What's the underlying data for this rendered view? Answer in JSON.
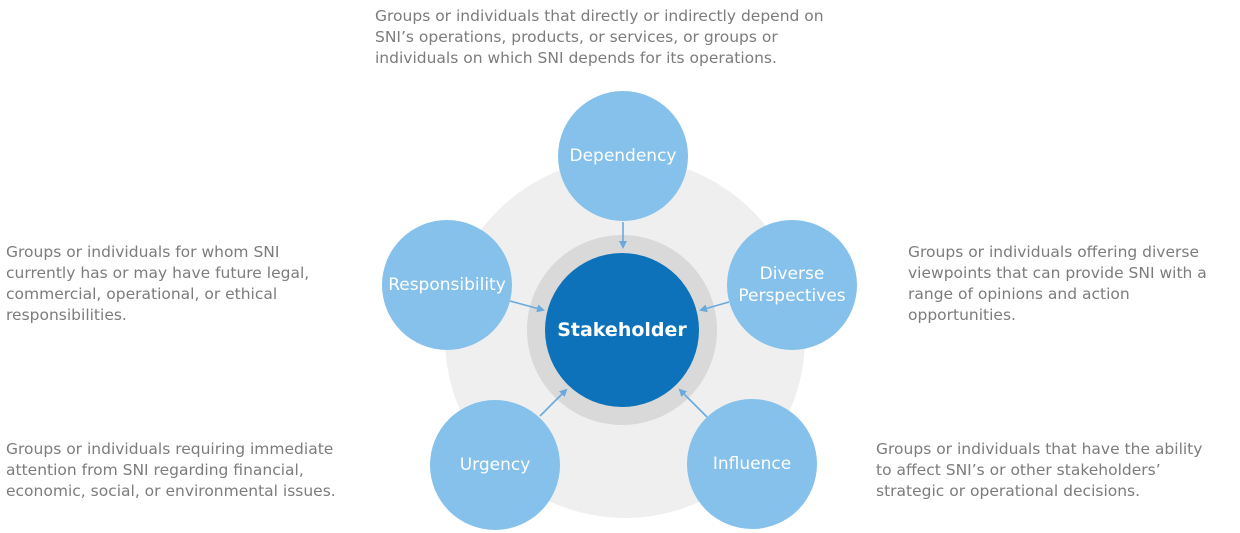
{
  "diagram": {
    "type": "hub-and-spoke",
    "center": {
      "label": "Stakeholder",
      "color": "#0D72B9",
      "text_color": "#FFFFFF"
    },
    "satellites": [
      {
        "id": "dependency",
        "label": "Dependency",
        "description": "Groups or individuals that directly or indirectly depend on\nSNI’s operations, products, or services, or groups or\nindividuals on which SNI depends for its operations."
      },
      {
        "id": "responsibility",
        "label": "Responsibility",
        "description": "Groups or individuals for whom SNI\ncurrently has or may have future legal,\ncommercial, operational, or ethical\nresponsibilities."
      },
      {
        "id": "diverse-perspectives",
        "label": "Diverse\nPerspectives",
        "description": "Groups or individuals offering diverse\nviewpoints that can provide SNI with a\nrange of opinions and action\nopportunities."
      },
      {
        "id": "urgency",
        "label": "Urgency",
        "description": "Groups or individuals requiring immediate\nattention from SNI regarding financial,\neconomic, social, or environmental issues."
      },
      {
        "id": "influence",
        "label": "Influence",
        "description": "Groups or individuals that have the ability\nto affect SNI’s or other stakeholders’\nstrategic or operational decisions."
      }
    ],
    "colors": {
      "satellite_fill": "#85C1EA",
      "center_fill": "#0D72B9",
      "ring": "#D9D9D9",
      "halo": "#EFEFEF",
      "arrow": "#6AA9DC",
      "description_text": "#7C7C7C",
      "background": "#FFFFFF"
    }
  }
}
